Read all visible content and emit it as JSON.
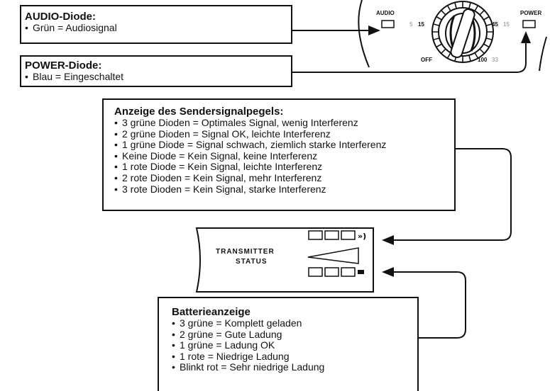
{
  "audio_box": {
    "title": "AUDIO-Diode:",
    "items": [
      "Grün = Audiosignal"
    ]
  },
  "power_box": {
    "title": "POWER-Diode:",
    "items": [
      "Blau = Eingeschaltet"
    ]
  },
  "signal_box": {
    "title": "Anzeige des Sendersignalpegels:",
    "items": [
      "3 grüne Dioden = Optimales Signal, wenig Interferenz",
      "2 grüne Dioden = Signal OK, leichte Interferenz",
      "1 grüne Diode = Signal schwach, ziemlich starke Interferenz",
      "Keine Diode = Kein Signal, keine Interferenz",
      "1 rote Diode = Kein Signal, leichte Interferenz",
      "2 rote Dioden = Kein Signal, mehr Interferenz",
      "3 rote Dioden = Kein Signal, starke Interferenz"
    ]
  },
  "battery_box": {
    "title": "Batterieanzeige",
    "items": [
      "3 grüne = Komplett geladen",
      "2 grüne = Gute Ladung",
      "1 grüne = Ladung OK",
      "1 rote = Niedrige Ladung",
      "Blinkt rot = Sehr niedrige Ladung"
    ]
  },
  "panel": {
    "audio_label": "AUDIO",
    "power_label": "POWER"
  },
  "knob_scale": {
    "left_grey": "5",
    "left": "15",
    "right": "45",
    "right_grey": "15",
    "bottom_left": "OFF",
    "bottom": "100",
    "bottom_grey": "33"
  },
  "transmitter_status": {
    "line1": "TRANSMITTER",
    "line2": "STATUS"
  }
}
